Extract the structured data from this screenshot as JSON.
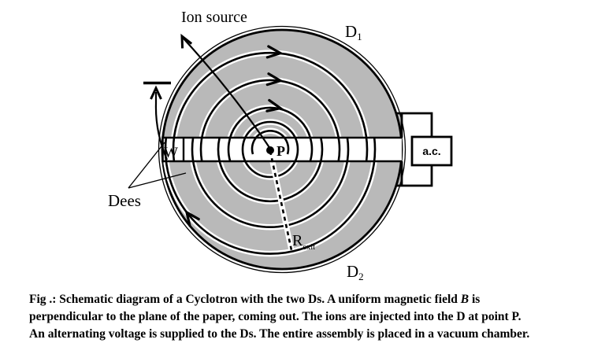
{
  "diagram": {
    "labels": {
      "ion_source": "Ion source",
      "d1_base": "D",
      "d1_sub": "1",
      "d2_base": "D",
      "d2_sub": "2",
      "window": "W",
      "injection_point": "P",
      "ac_source": "a.c.",
      "dees": "Dees",
      "r_exit_base": "R",
      "r_exit_sub": "exit"
    },
    "colors": {
      "dee_fill": "#b9b9b9",
      "line": "#000000",
      "background": "#ffffff"
    }
  },
  "caption": {
    "line1_pre": "Fig .: Schematic diagram of a Cyclotron with the two Ds. A uniform magnetic field ",
    "line1_italic": "B",
    "line1_post": " is",
    "line2": "perpendicular to the plane of the paper, coming out. The ions are injected into the D at point P.",
    "line3": "An alternating voltage is supplied to the Ds. The entire assembly is placed in a vacuum chamber."
  }
}
